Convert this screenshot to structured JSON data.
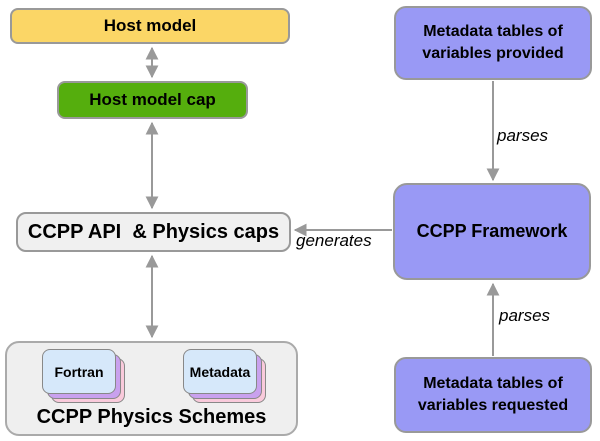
{
  "nodes": {
    "host_model": {
      "label": "Host model",
      "fill": "#FBD666"
    },
    "host_model_cap": {
      "label": "Host model cap",
      "fill": "#55AE0D"
    },
    "ccpp_api": {
      "label": "CCPP API  & Physics caps",
      "fill": "#F0F0F0"
    },
    "ccpp_framework": {
      "label": "CCPP Framework",
      "fill": "#9999F5"
    },
    "metadata_provided": {
      "label": "Metadata tables of\nvariables provided",
      "fill": "#9999F5"
    },
    "metadata_requested": {
      "label": "Metadata tables of\nvariables requested",
      "fill": "#9999F5"
    },
    "physics_schemes": {
      "label": "CCPP Physics Schemes",
      "fill": "#EFEFEF",
      "cards": [
        {
          "label": "Fortran"
        },
        {
          "label": "Metadata"
        }
      ],
      "card_layers": {
        "front": "#D6E8FA",
        "middle": "#C9A1EE",
        "back": "#F9CADB"
      }
    }
  },
  "edges": {
    "parses_top": "parses",
    "generates": "generates",
    "parses_bottom": "parses"
  },
  "colors": {
    "background": "#FFFFFF",
    "arrow": "#999999",
    "border": "#999999",
    "text": "#000000"
  }
}
